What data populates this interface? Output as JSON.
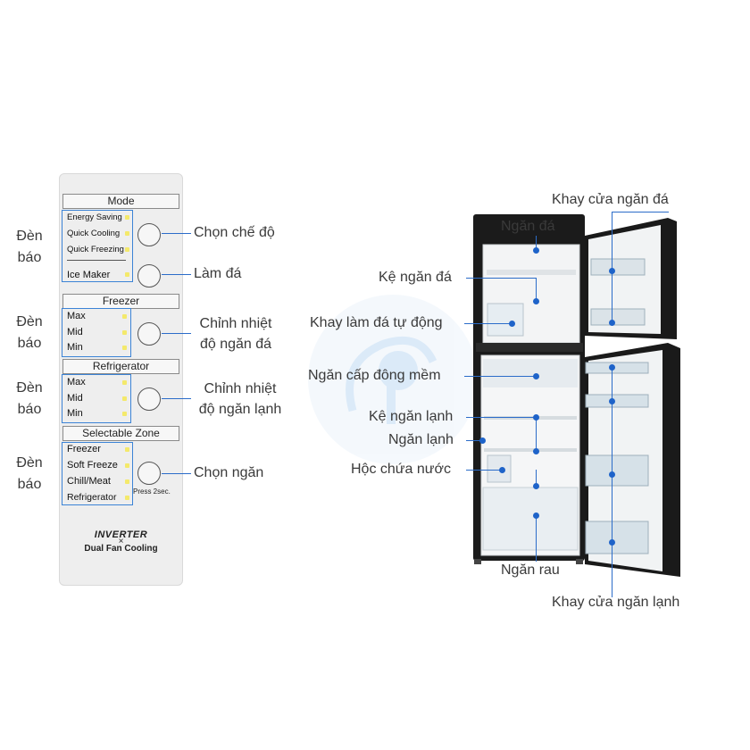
{
  "panel": {
    "sections": {
      "mode": "Mode",
      "freezer": "Freezer",
      "refrigerator": "Refrigerator",
      "zone": "Selectable Zone"
    },
    "mode_items": [
      "Energy Saving",
      "Quick Cooling",
      "Quick Freezing",
      "Ice Maker"
    ],
    "freezer_items": [
      "Max",
      "Mid",
      "Min"
    ],
    "fridge_items": [
      "Max",
      "Mid",
      "Min"
    ],
    "zone_items": [
      "Freezer",
      "Soft Freeze",
      "Chill/Meat",
      "Refrigerator"
    ],
    "press_hint": "Press 2sec.",
    "brand_line1": "INVERTER",
    "brand_x": "×",
    "brand_line2": "Dual Fan Cooling"
  },
  "left_labels": {
    "den": "Đèn",
    "bao": "báo"
  },
  "button_labels": {
    "chon_che_do": "Chọn chế độ",
    "lam_da": "Làm đá",
    "chinh_nhiet_1": "Chỉnh nhiệt",
    "ngan_da": "độ ngăn đá",
    "chinh_nhiet_2": "Chỉnh nhiệt",
    "ngan_lanh": "độ ngăn lạnh",
    "chon_ngan": "Chọn ngăn"
  },
  "fridge_labels": {
    "khay_cua_ngan_da": "Khay cửa ngăn đá",
    "ngan_da": "Ngăn đá",
    "ke_ngan_da": "Kệ ngăn đá",
    "khay_lam_da": "Khay làm đá tự động",
    "ngan_cap_dong": "Ngăn cấp đông mềm",
    "ke_ngan_lanh": "Kệ ngăn lạnh",
    "ngan_lanh": "Ngăn lạnh",
    "hoc_chua_nuoc": "Hộc chứa nước",
    "ngan_rau": "Ngăn rau",
    "khay_cua_ngan_lanh": "Khay cửa ngăn lạnh"
  },
  "colors": {
    "accent_blue": "#1e63c9",
    "indicator_led": "#f4e96b",
    "fridge_body": "#1b1b1b"
  }
}
